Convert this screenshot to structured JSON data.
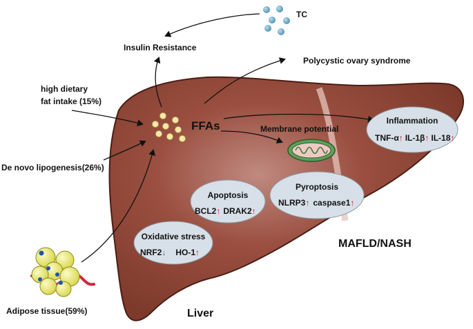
{
  "labels": {
    "tc": "TC",
    "insulin_resistance": "Insulin Resistance",
    "pcos": "Polycystic ovary syndrome",
    "high_fat_line1": "high dietary",
    "high_fat_line2": "fat intake   (15%)",
    "de_novo": "De novo lipogenesis(26%)",
    "adipose": "Adipose tissue(59%)",
    "ffas": "FFAs",
    "membrane_potential": "Membrane potential",
    "liver": "Liver",
    "disease": "MAFLD/NASH"
  },
  "boxes": {
    "inflammation": {
      "title": "Inflammation",
      "m1": "TNF-α",
      "m2": "IL-1β",
      "m3": "IL-18"
    },
    "pyroptosis": {
      "title": "Pyroptosis",
      "m1": "NLRP3",
      "m2": "caspase1"
    },
    "apoptosis": {
      "title": "Apoptosis",
      "m1": "BCL2",
      "m2": "DRAK2"
    },
    "oxidative": {
      "title": "Oxidative stress",
      "m1": "NRF2",
      "m2": "HO-1"
    }
  },
  "arrows": {
    "up": "↑",
    "down": "↓"
  },
  "colors": {
    "liver_fill": "#8e4535",
    "liver_outline": "#4a1e14",
    "bubble_fill": "#d7e0e8",
    "ffa_dot": "#f4e8a6",
    "tc_dot": "#6fa8c8",
    "adipocyte": "#ecec70",
    "increase_arrow": "#c8102e",
    "decrease_arrow": "#1f6fc6"
  }
}
